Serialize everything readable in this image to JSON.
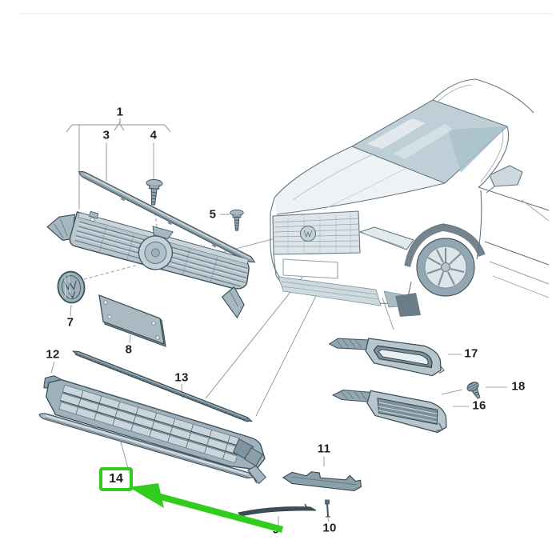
{
  "diagram": {
    "kind": "exploded-parts-diagram",
    "subject": "front-grille-and-bumper-trim",
    "background": "#ffffff",
    "highlight_color": "#32cc1e",
    "part_line_color": "#44565f",
    "leader_line_color": "#9aa6ae"
  },
  "labels": {
    "p1": "1",
    "p3": "3",
    "p4": "4",
    "p5": "5",
    "p7": "7",
    "p8": "8",
    "p9": "9",
    "p10": "10",
    "p11": "11",
    "p12": "12",
    "p13": "13",
    "p14": "14",
    "p16": "16",
    "p17": "17",
    "p18": "18"
  },
  "highlight": {
    "part": "14",
    "style": "green-box-with-arrow"
  }
}
